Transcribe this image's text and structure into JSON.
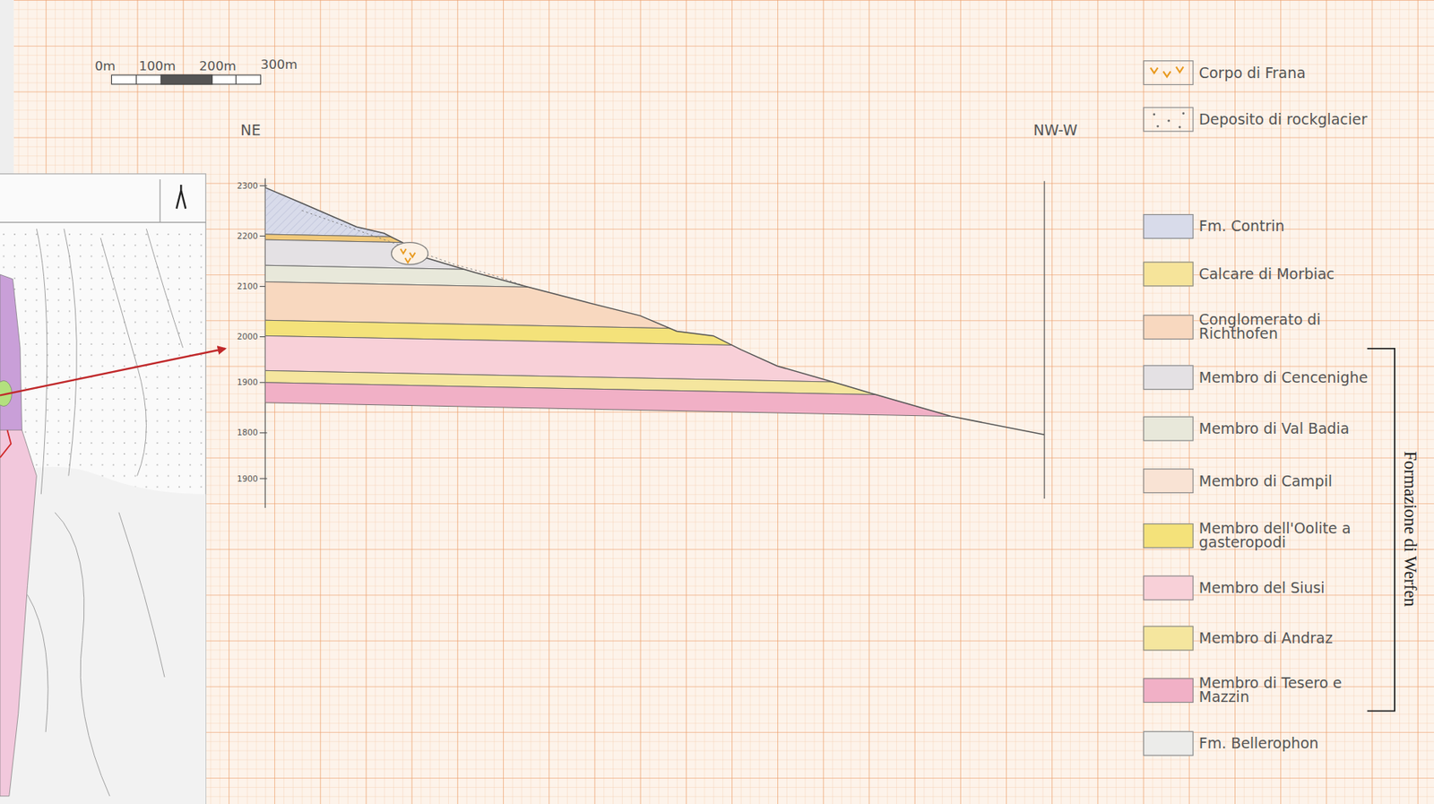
{
  "diagram": {
    "labels": [
      "0m",
      "100m",
      "200m",
      "300m",
      "NE",
      "NW-W",
      "2300",
      "2200",
      "2100",
      "2000",
      "1900",
      "1800",
      "1900",
      "Formazione di Werfen"
    ],
    "legend": [
      {
        "text": "Corpo di Frana"
      },
      {
        "text": "Deposito di rockglacier"
      },
      {
        "text": "Fm. Contrin",
        "color": "#d8dbea"
      },
      {
        "text": "Calcare di Morbiac",
        "color": "#f6e49a"
      },
      {
        "text": "Conglomerato di Richthofen",
        "color": "#f8d8bf"
      },
      {
        "text": "Membro di Cencenighe",
        "color": "#e4e1e4"
      },
      {
        "text": "Membro di Val Badia",
        "color": "#e8e8da"
      },
      {
        "text": "Membro di Campil",
        "color": "#f9e3d4"
      },
      {
        "text": "Membro dell'Oolite a gasteropodi",
        "color": "#f4e27a"
      },
      {
        "text": "Membro del Siusi",
        "color": "#f8d0d8"
      },
      {
        "text": "Membro di Andraz",
        "color": "#f5e69e"
      },
      {
        "text": "Membro di Tesero e Mazzin",
        "color": "#f1b0c6"
      },
      {
        "text": "Fm. Bellerophon",
        "color": "#ececea"
      }
    ]
  }
}
